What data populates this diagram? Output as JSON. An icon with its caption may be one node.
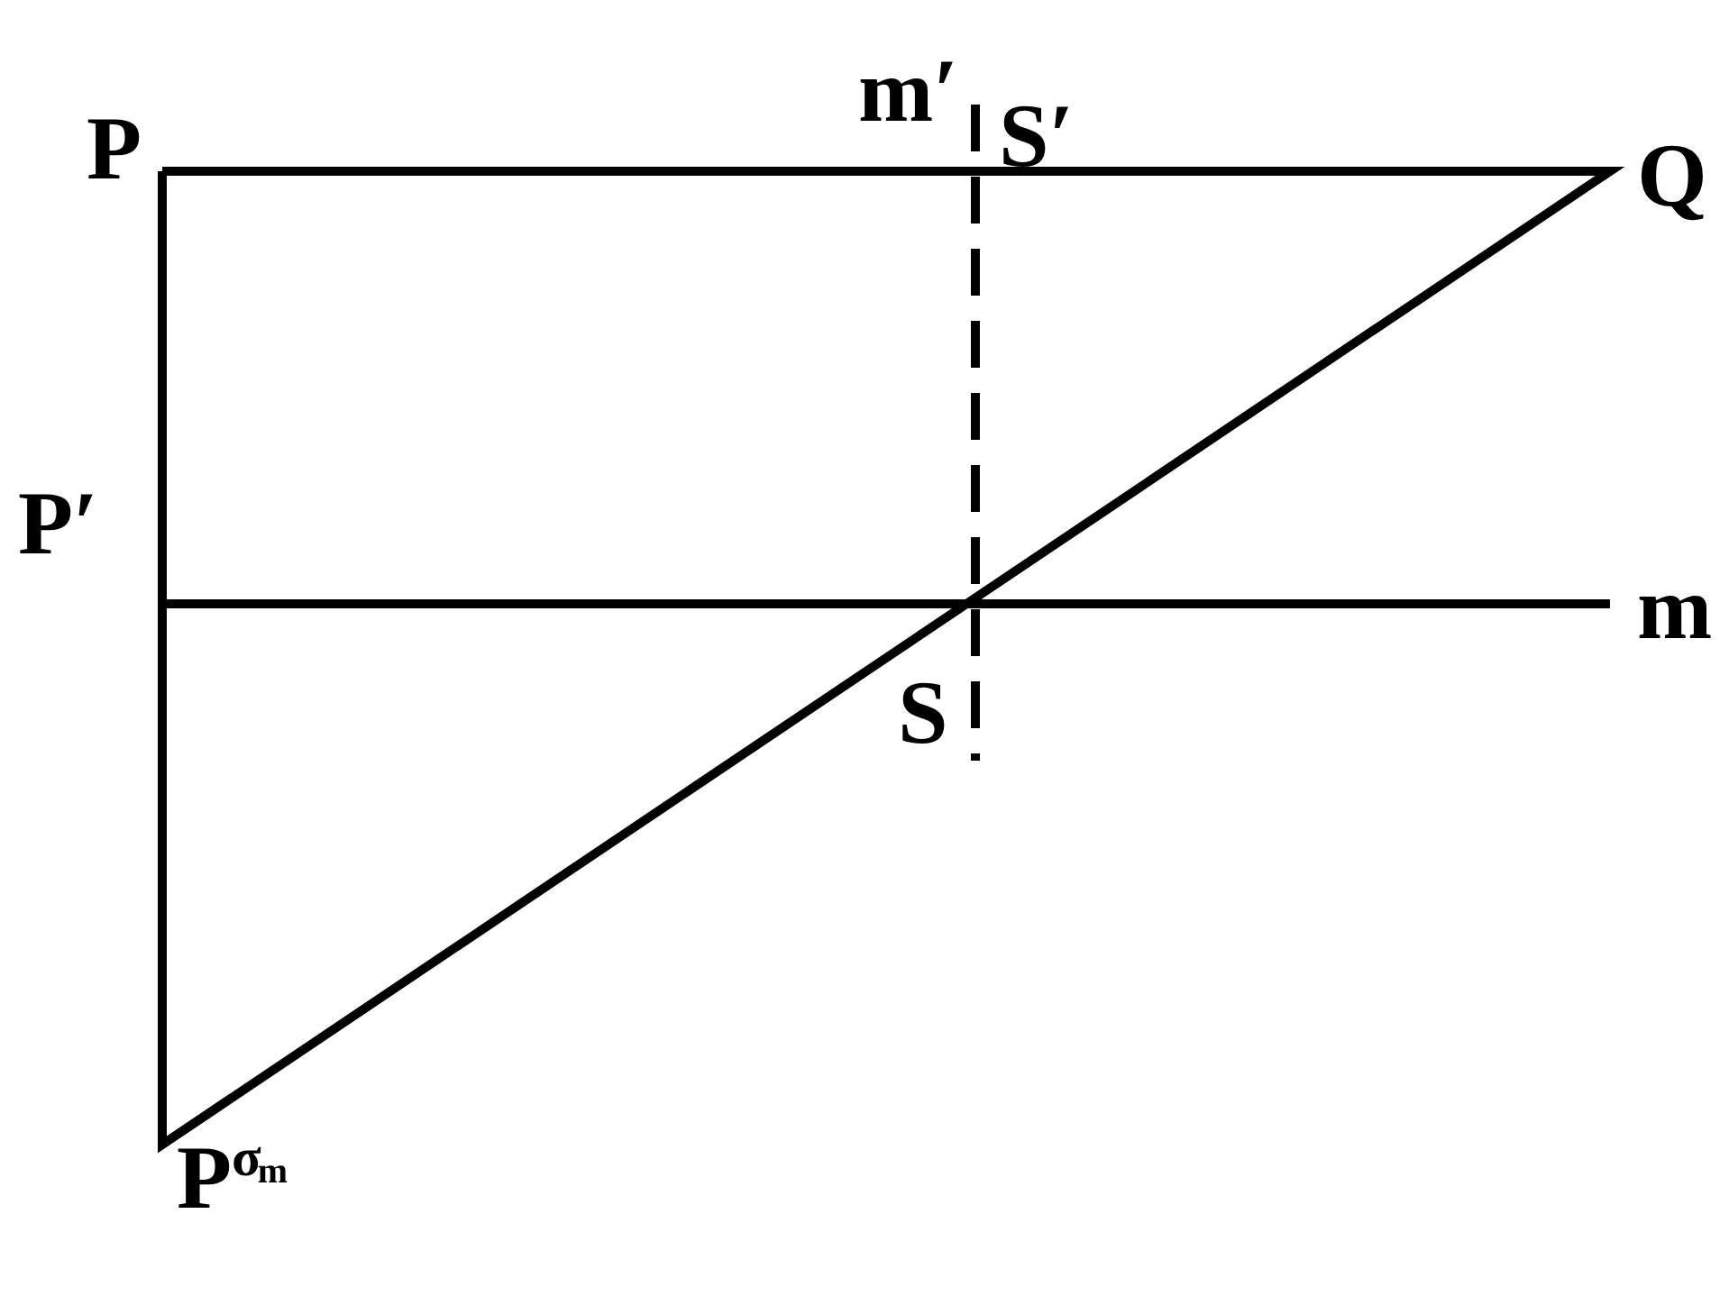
{
  "diagram": {
    "labels": [
      "m′",
      "P",
      "S′",
      "Q",
      "P′",
      "m",
      "S",
      "P$^{σ}$$_{m}$"
    ]
  }
}
